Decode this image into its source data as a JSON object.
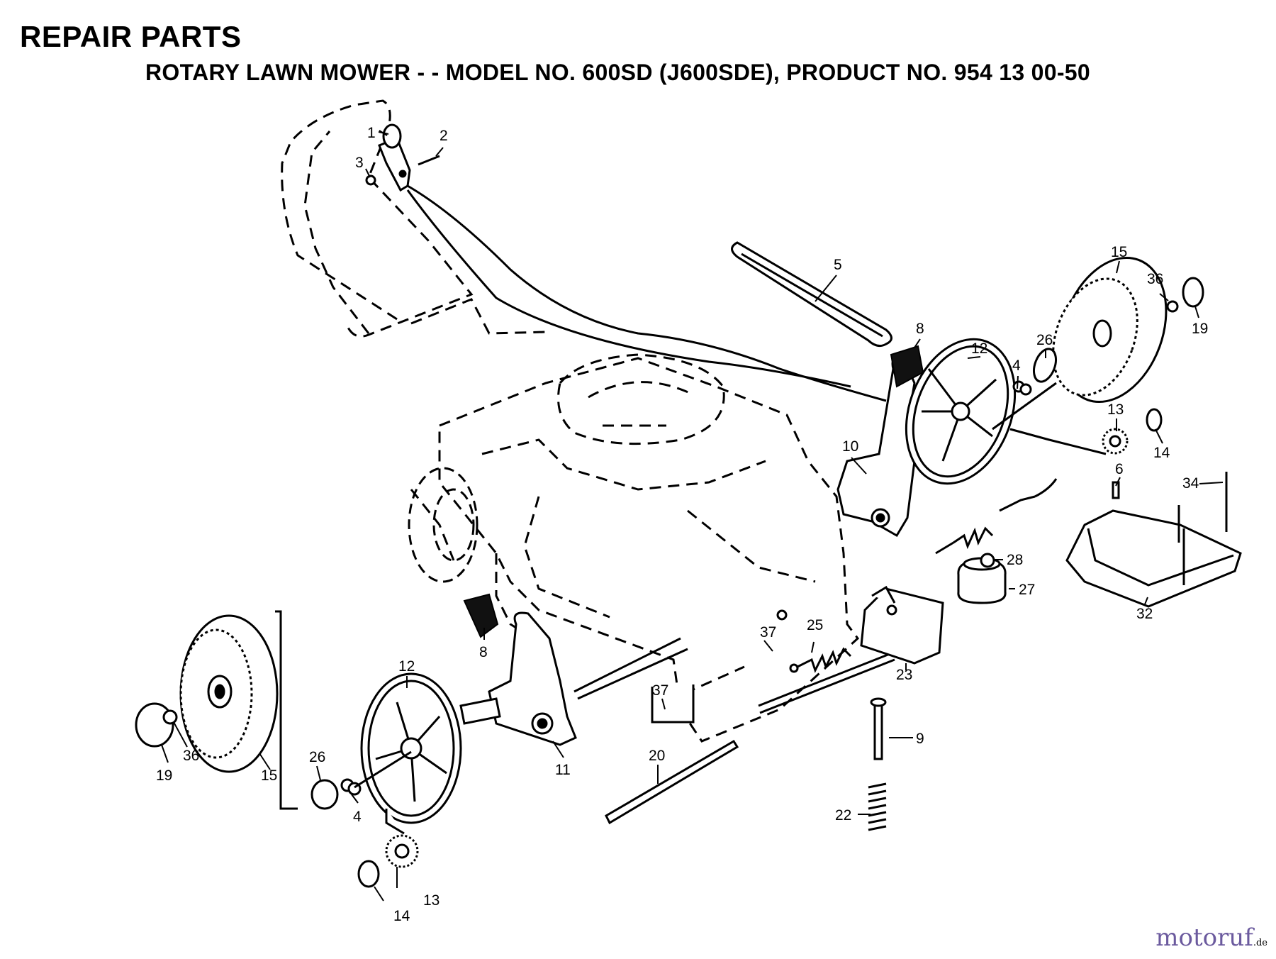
{
  "header": {
    "title": "REPAIR PARTS",
    "subtitle": "ROTARY LAWN MOWER - - MODEL NO. 600SD (J600SDE),   PRODUCT NO.  954 13 00-50"
  },
  "callouts": {
    "p1": "1",
    "p2": "2",
    "p3": "3",
    "p4a": "4",
    "p4b": "4",
    "p5": "5",
    "p6": "6",
    "p8a": "8",
    "p8b": "8",
    "p9": "9",
    "p10": "10",
    "p11": "11",
    "p12a": "12",
    "p12b": "12",
    "p13a": "13",
    "p13b": "13",
    "p14a": "14",
    "p14b": "14",
    "p15a": "15",
    "p15b": "15",
    "p19a": "19",
    "p19b": "19",
    "p20": "20",
    "p22": "22",
    "p23": "23",
    "p25": "25",
    "p26a": "26",
    "p26b": "26",
    "p27": "27",
    "p28": "28",
    "p32": "32",
    "p34": "34",
    "p36a": "36",
    "p36b": "36",
    "p37a": "37",
    "p37b": "37"
  },
  "watermark": {
    "text": "motoruf",
    "suffix": ".de"
  }
}
